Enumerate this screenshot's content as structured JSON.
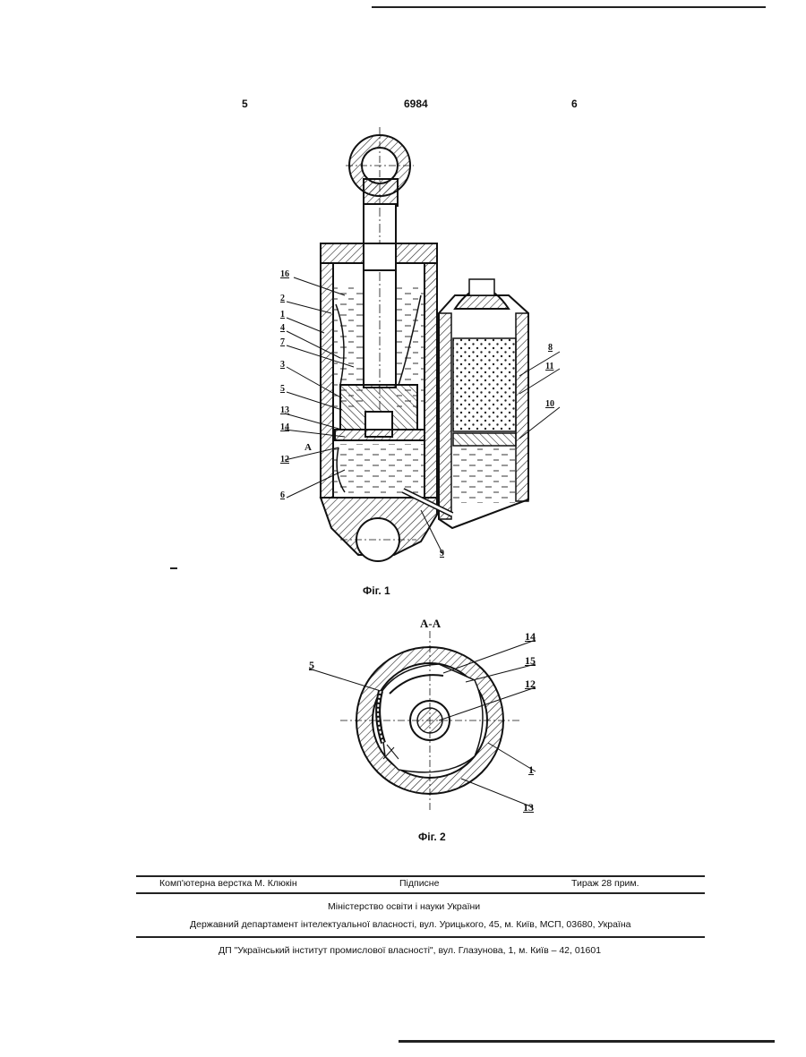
{
  "header": {
    "left_page": "5",
    "patent_number": "6984",
    "right_page": "6"
  },
  "figure1": {
    "caption": "Фіг. 1",
    "section_marker": "A",
    "labels": [
      "16",
      "2",
      "1",
      "4",
      "7",
      "3",
      "5",
      "13",
      "14",
      "12",
      "6",
      "8",
      "11",
      "10",
      "9"
    ]
  },
  "figure2": {
    "title": "A-A",
    "caption": "Фіг. 2",
    "labels": [
      "5",
      "14",
      "15",
      "12",
      "1",
      "13"
    ]
  },
  "footer": {
    "typesetter": "Комп'ютерна верстка М. Клюкін",
    "signed": "Підписне",
    "circulation": "Тираж 28 прим.",
    "ministry": "Міністерство освіти і науки України",
    "department": "Державний департамент інтелектуальної власності, вул. Урицького, 45, м. Київ, МСП, 03680, Україна",
    "institute": "ДП \"Український інститут промислової власності\", вул. Глазунова, 1, м. Київ – 42, 01601"
  }
}
